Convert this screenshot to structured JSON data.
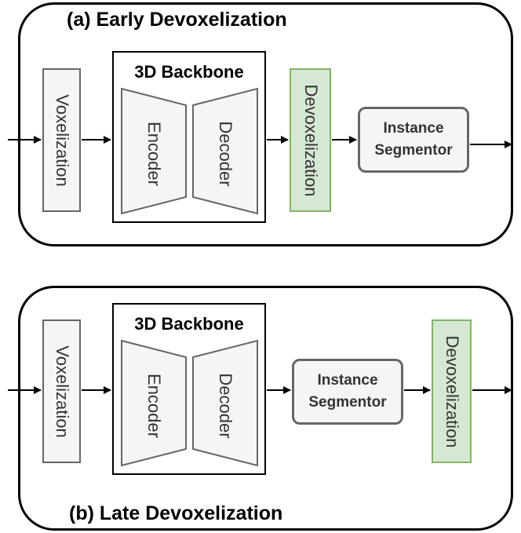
{
  "panel_a": {
    "title": "(a) Early Devoxelization",
    "voxelization": "Voxelization",
    "backbone_title": "3D Backbone",
    "encoder": "Encoder",
    "decoder": "Decoder",
    "devoxelization": "Devoxelization",
    "segmentor_line1": "Instance",
    "segmentor_line2": "Segmentor"
  },
  "panel_b": {
    "title": "(b) Late Devoxelization",
    "voxelization": "Voxelization",
    "backbone_title": "3D Backbone",
    "encoder": "Encoder",
    "decoder": "Decoder",
    "segmentor_line1": "Instance",
    "segmentor_line2": "Segmentor",
    "devoxelization": "Devoxelization"
  },
  "colors": {
    "panel_border": "#000000",
    "box_fill": "#f5f5f5",
    "box_border": "#666666",
    "devox_fill": "#d5e8d4",
    "devox_border": "#82b366"
  }
}
